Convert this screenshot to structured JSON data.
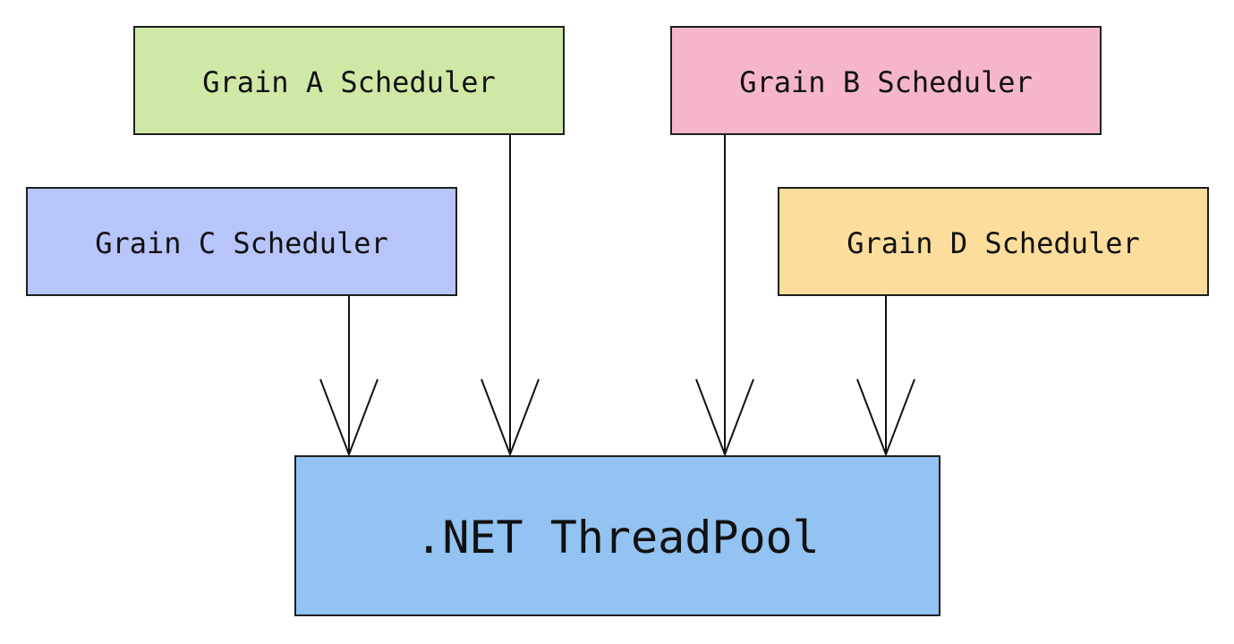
{
  "nodes": {
    "grain_a": {
      "label": "Grain A Scheduler",
      "fill": "#d0e8a6"
    },
    "grain_b": {
      "label": "Grain B Scheduler",
      "fill": "#f5b6ca"
    },
    "grain_c": {
      "label": "Grain C Scheduler",
      "fill": "#b7c5fa"
    },
    "grain_d": {
      "label": "Grain D Scheduler",
      "fill": "#fcdd9b"
    },
    "threadpool": {
      "label": ".NET ThreadPool",
      "fill": "#92c3f2"
    }
  },
  "edges": [
    {
      "from": "grain_c",
      "to": "threadpool"
    },
    {
      "from": "grain_a",
      "to": "threadpool"
    },
    {
      "from": "grain_b",
      "to": "threadpool"
    },
    {
      "from": "grain_d",
      "to": "threadpool"
    }
  ]
}
